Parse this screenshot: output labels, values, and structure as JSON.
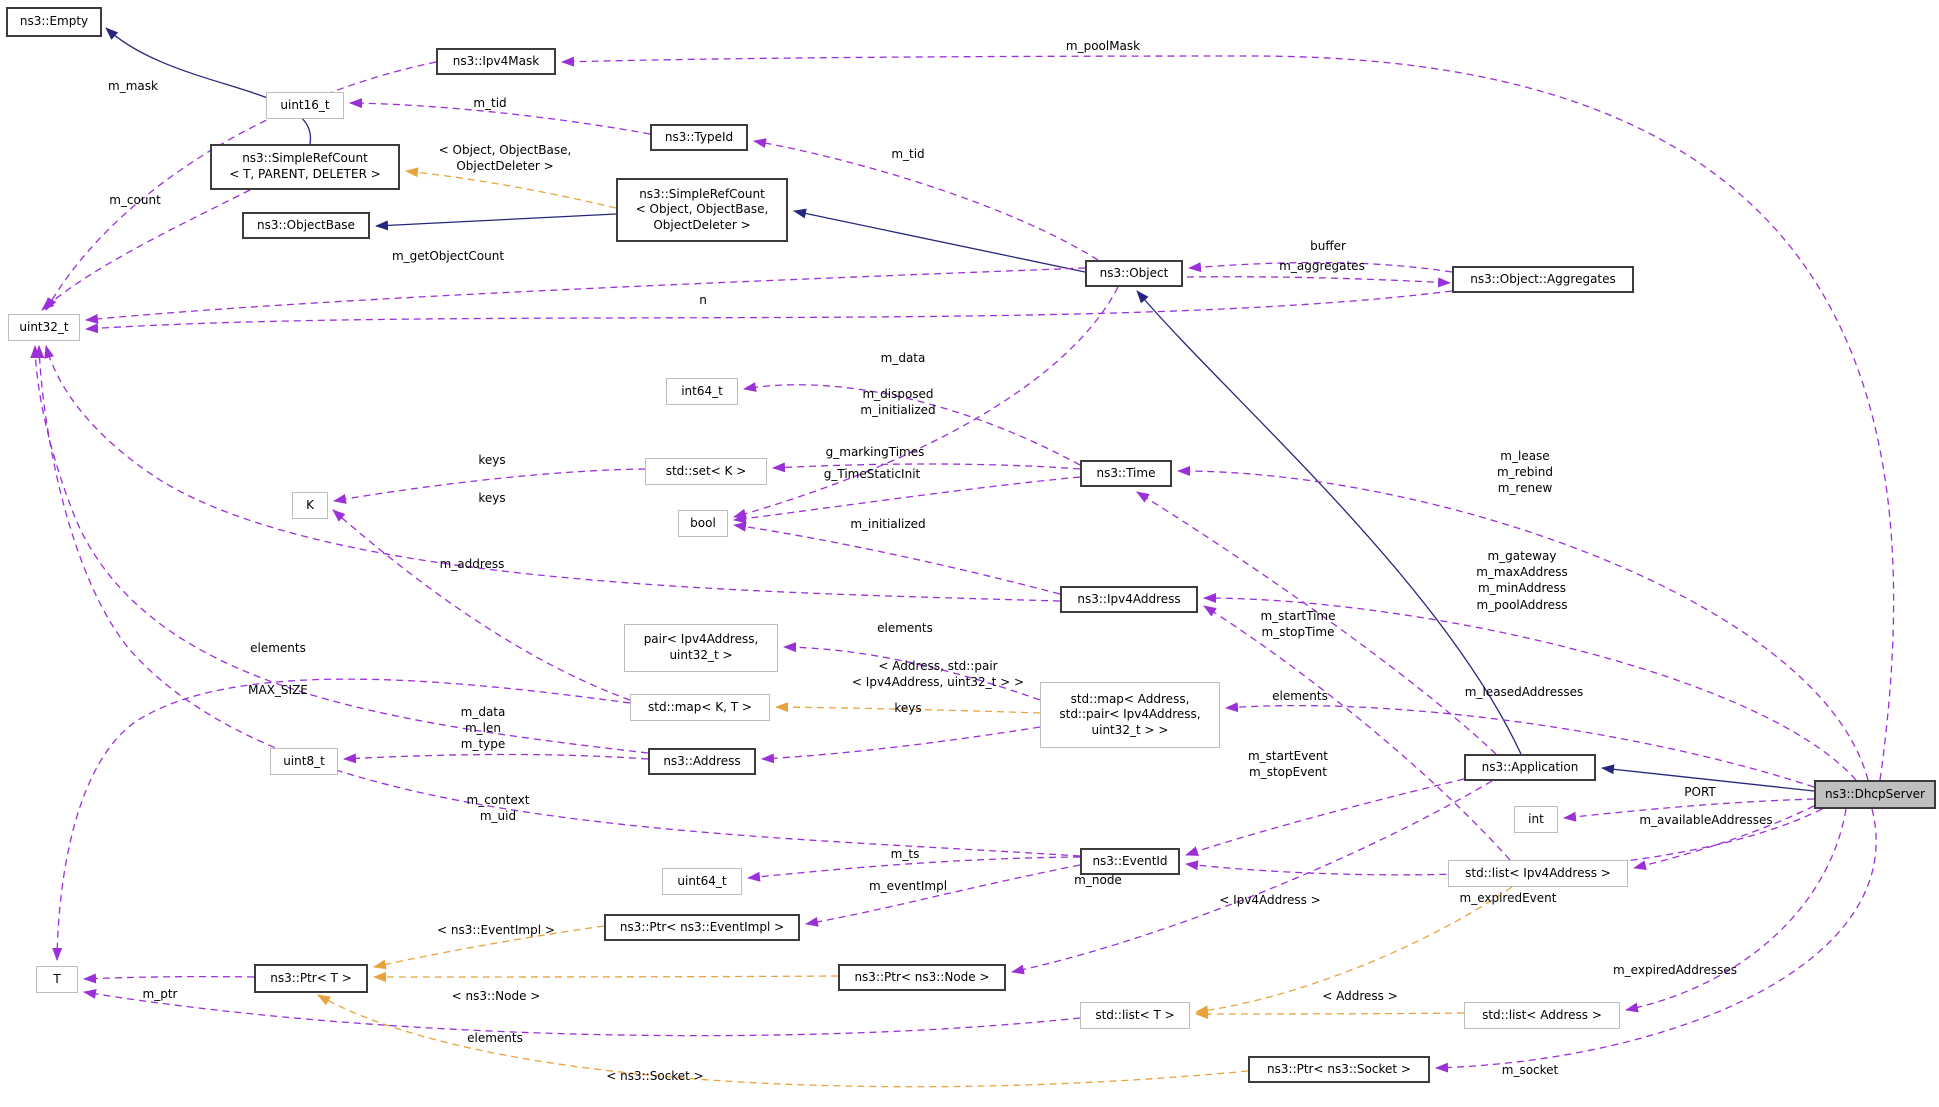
{
  "diagram": {
    "type": "doxygen-collaboration-graph",
    "main_class": "ns3::DhcpServer",
    "colors": {
      "inheritance_edge": "#26267f",
      "usage_edge": "#9b30d9",
      "template_edge": "#e8a33d",
      "highlight_fill": "#bfbfbf",
      "class_border": "#3c3c3c",
      "primitive_border": "#bdbdbd"
    },
    "nodes": {
      "empty": {
        "label": "ns3::Empty"
      },
      "ipv4mask": {
        "label": "ns3::Ipv4Mask"
      },
      "uint16": {
        "label": "uint16_t"
      },
      "typeid": {
        "label": "ns3::TypeId"
      },
      "src_t": {
        "label": "ns3::SimpleRefCount\n< T, PARENT, DELETER >"
      },
      "src_obj": {
        "label": "ns3::SimpleRefCount\n< Object, ObjectBase,\nObjectDeleter >"
      },
      "objectbase": {
        "label": "ns3::ObjectBase"
      },
      "object": {
        "label": "ns3::Object"
      },
      "aggregates": {
        "label": "ns3::Object::Aggregates"
      },
      "uint32": {
        "label": "uint32_t"
      },
      "int64": {
        "label": "int64_t"
      },
      "set_k": {
        "label": "std::set< K >"
      },
      "time": {
        "label": "ns3::Time"
      },
      "k": {
        "label": "K"
      },
      "bool": {
        "label": "bool"
      },
      "ipv4address": {
        "label": "ns3::Ipv4Address"
      },
      "pair": {
        "label": "pair< Ipv4Address,\nuint32_t >"
      },
      "map_kt": {
        "label": "std::map< K, T >"
      },
      "map_addr": {
        "label": "std::map< Address,\nstd::pair< Ipv4Address,\nuint32_t > >"
      },
      "uint8": {
        "label": "uint8_t"
      },
      "address": {
        "label": "ns3::Address"
      },
      "application": {
        "label": "ns3::Application"
      },
      "int": {
        "label": "int"
      },
      "dhcpserver": {
        "label": "ns3::DhcpServer"
      },
      "uint64": {
        "label": "uint64_t"
      },
      "eventid": {
        "label": "ns3::EventId"
      },
      "list_ipv4": {
        "label": "std::list< Ipv4Address >"
      },
      "ptr_eventimpl": {
        "label": "ns3::Ptr< ns3::EventImpl >"
      },
      "ptr_t": {
        "label": "ns3::Ptr< T >"
      },
      "ptr_node": {
        "label": "ns3::Ptr< ns3::Node >"
      },
      "t": {
        "label": "T"
      },
      "list_t": {
        "label": "std::list< T >"
      },
      "list_address": {
        "label": "std::list< Address >"
      },
      "ptr_socket": {
        "label": "ns3::Ptr< ns3::Socket >"
      }
    },
    "edge_labels": {
      "m_poolMask": "m_poolMask",
      "m_mask": "m_mask",
      "m_tid_typeid": "m_tid",
      "m_tid_object": "m_tid",
      "tmpl_src": "< Object, ObjectBase,\nObjectDeleter >",
      "m_count": "m_count",
      "m_getObjectCount": "m_getObjectCount",
      "buffer": "buffer",
      "m_aggregates": "m_aggregates",
      "n": "n",
      "m_data_time": "m_data",
      "m_disposed_initialized": "m_disposed\nm_initialized",
      "g_markingTimes": "g_markingTimes",
      "g_TimeStaticInit": "g_TimeStaticInit",
      "keys_set": "keys",
      "keys_map": "keys",
      "m_initialized": "m_initialized",
      "m_address": "m_address",
      "m_lease_rebind_renew": "m_lease\nm_rebind\nm_renew",
      "m_gateway_group": "m_gateway\nm_maxAddress\nm_minAddress\nm_poolAddress",
      "elements_pair": "elements",
      "m_startTime_stopTime": "m_startTime\nm_stopTime",
      "tmpl_map": "< Address, std::pair\n< Ipv4Address, uint32_t > >",
      "keys_addr": "keys",
      "elements_list_ipv4": "elements",
      "m_leasedAddresses": "m_leasedAddresses",
      "elements_map_t": "elements",
      "MAX_SIZE": "MAX_SIZE",
      "m_data_len_type": "m_data\nm_len\nm_type",
      "m_context_uid": "m_context\nm_uid",
      "m_startEvent_stopEvent": "m_startEvent\nm_stopEvent",
      "PORT": "PORT",
      "m_availableAddresses": "m_availableAddresses",
      "m_ts": "m_ts",
      "m_eventImpl": "m_eventImpl",
      "m_node": "m_node",
      "tmpl_list_ipv4": "< Ipv4Address >",
      "m_expiredEvent": "m_expiredEvent",
      "tmpl_eventimpl": "< ns3::EventImpl >",
      "tmpl_node": "< ns3::Node >",
      "m_ptr": "m_ptr",
      "elements_list_t": "elements",
      "tmpl_address": "< Address >",
      "m_expiredAddresses": "m_expiredAddresses",
      "tmpl_socket": "< ns3::Socket >",
      "m_socket": "m_socket"
    }
  }
}
